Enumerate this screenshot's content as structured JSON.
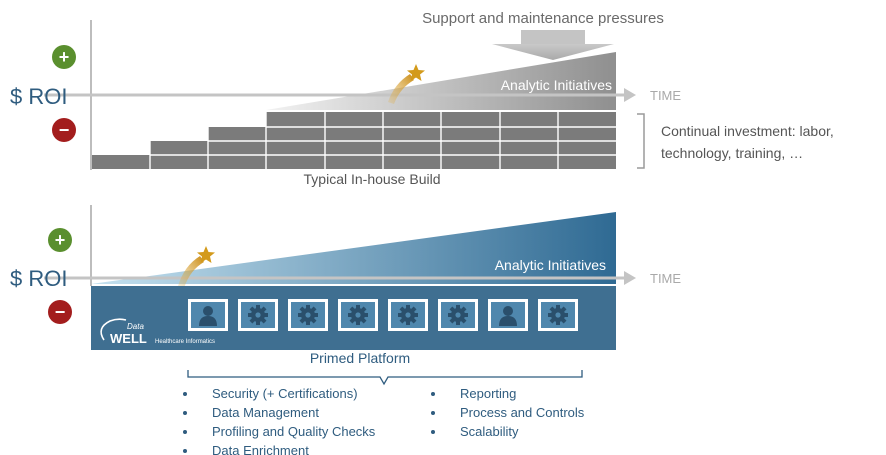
{
  "top_panel": {
    "support_label": "Support and maintenance pressures",
    "roi_label": "$ ROI",
    "plus_label": "+",
    "minus_label": "−",
    "time_label": "TIME",
    "initiatives_label": "Analytic Initiatives",
    "investment_line1": "Continual investment: labor,",
    "investment_line2": "technology, training, …",
    "caption": "Typical In-house Build"
  },
  "bottom_panel": {
    "roi_label": "$ ROI",
    "plus_label": "+",
    "minus_label": "−",
    "time_label": "TIME",
    "initiatives_label": "Analytic Initiatives",
    "logo_data": "Data",
    "logo_well": "WELL",
    "logo_subtitle": "Healthcare Informatics",
    "platform_title": "Primed Platform",
    "platform_icons": [
      "person",
      "gear",
      "gear",
      "gear",
      "gear",
      "gear",
      "person",
      "gear"
    ],
    "features_left": [
      "Security (+ Certifications)",
      "Data Management",
      "Profiling and Quality Checks",
      "Data Enrichment"
    ],
    "features_right": [
      "Reporting",
      "Process and Controls",
      "Scalability"
    ]
  },
  "colors": {
    "plus_green": "#5a8f2e",
    "minus_red": "#a31d1d",
    "steps_gray": "#7b7b7b",
    "platform_blue": "#3f6f91",
    "gradient_light": "#b8d9ea",
    "gradient_dark": "#2f6a93",
    "star_gold": "#d39a1b",
    "text_blue": "#2f5c7f"
  }
}
